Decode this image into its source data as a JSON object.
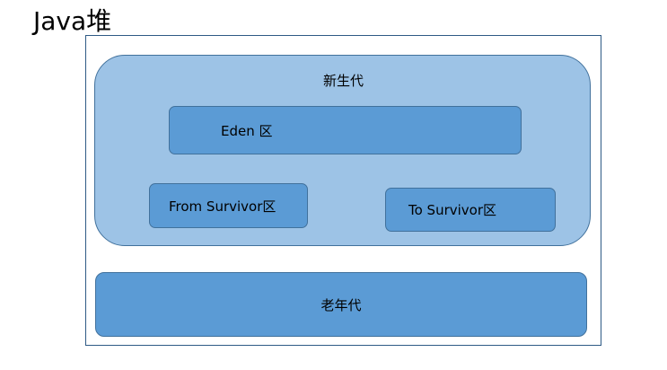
{
  "title": "Java堆",
  "young_generation": {
    "label": "新生代",
    "eden": "Eden 区",
    "from_survivor": "From Survivor区",
    "to_survivor": "To Survivor区"
  },
  "old_generation": {
    "label": "老年代"
  },
  "colors": {
    "young_fill": "#9dc3e6",
    "box_fill": "#5b9bd5",
    "border": "#41719c"
  }
}
